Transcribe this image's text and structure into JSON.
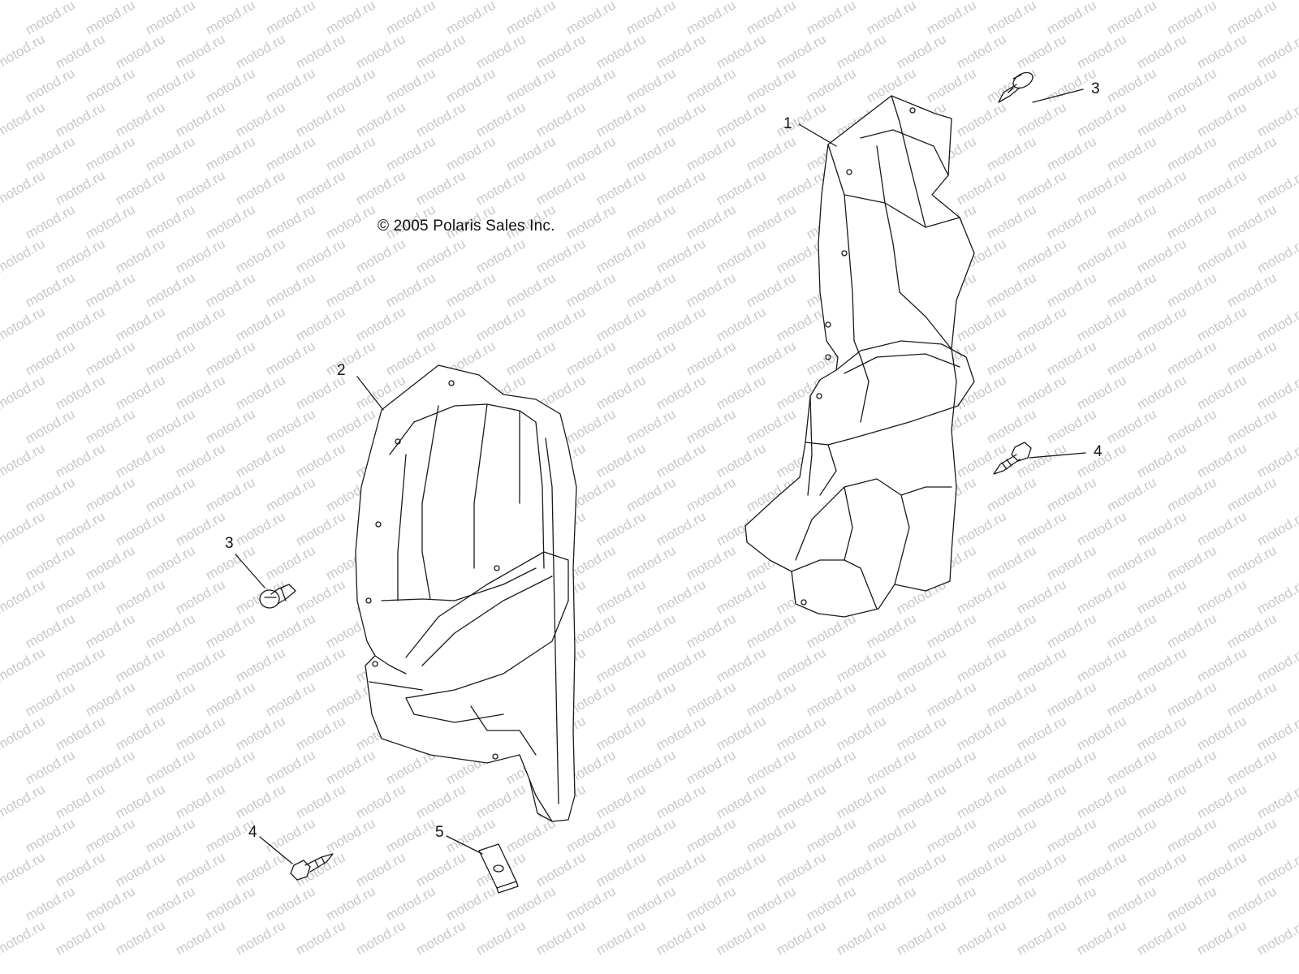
{
  "copyright": "© 2005 Polaris Sales Inc.",
  "watermark_text": "motod.ru",
  "callouts": [
    {
      "id": "callout-1-guard",
      "label": "1"
    },
    {
      "id": "callout-2-guard",
      "label": "2"
    },
    {
      "id": "callout-3-top-right",
      "label": "3"
    },
    {
      "id": "callout-3-left",
      "label": "3"
    },
    {
      "id": "callout-4-right",
      "label": "4"
    },
    {
      "id": "callout-4-bottom",
      "label": "4"
    },
    {
      "id": "callout-5-clip",
      "label": "5"
    }
  ],
  "colors": {
    "line": "#1a1a1a",
    "fill": "#ffffff",
    "watermark": "#c8c8c8"
  }
}
